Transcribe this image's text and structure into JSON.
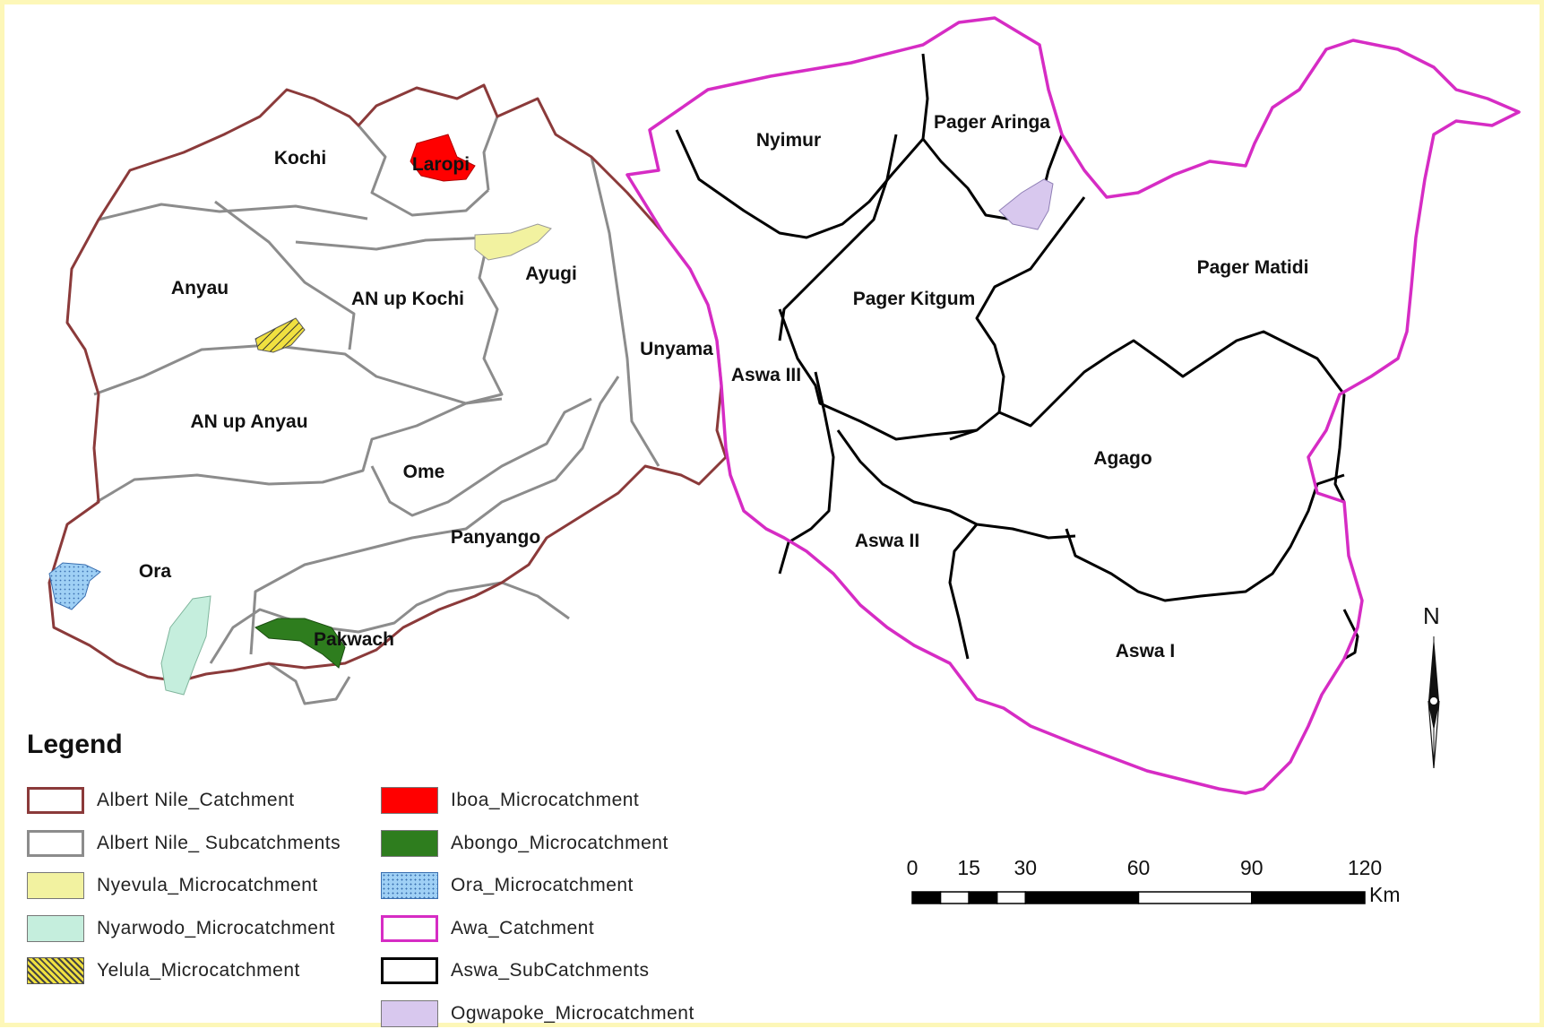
{
  "map": {
    "regions_albert": [
      {
        "id": "kochi",
        "label": "Kochi"
      },
      {
        "id": "laropi",
        "label": "Laropi"
      },
      {
        "id": "anyau",
        "label": "Anyau"
      },
      {
        "id": "an-up-kochi",
        "label": "AN up Kochi"
      },
      {
        "id": "ayugi",
        "label": "Ayugi"
      },
      {
        "id": "unyama",
        "label": "Unyama"
      },
      {
        "id": "an-up-anyau",
        "label": "AN up Anyau"
      },
      {
        "id": "ome",
        "label": "Ome"
      },
      {
        "id": "panyango",
        "label": "Panyango"
      },
      {
        "id": "ora",
        "label": "Ora"
      },
      {
        "id": "pakwach",
        "label": "Pakwach"
      }
    ],
    "regions_aswa": [
      {
        "id": "nyimur",
        "label": "Nyimur"
      },
      {
        "id": "pager-aringa",
        "label": "Pager Aringa"
      },
      {
        "id": "pager-kitgum",
        "label": "Pager Kitgum"
      },
      {
        "id": "pager-matidi",
        "label": "Pager Matidi"
      },
      {
        "id": "aswa-iii",
        "label": "Aswa III"
      },
      {
        "id": "agago",
        "label": "Agago"
      },
      {
        "id": "aswa-ii",
        "label": "Aswa II"
      },
      {
        "id": "aswa-i",
        "label": "Aswa I"
      }
    ]
  },
  "legend": {
    "title": "Legend",
    "items": [
      {
        "label": "Albert Nile_Catchment",
        "style": "outline",
        "color": "#8b3a3a"
      },
      {
        "label": "Albert Nile_ Subcatchments",
        "style": "outline",
        "color": "#8c8c8c"
      },
      {
        "label": "Nyevula_Microcatchment",
        "style": "fill",
        "color": "#f2f2a0"
      },
      {
        "label": "Nyarwodo_Microcatchment",
        "style": "fill",
        "color": "#c5eedd"
      },
      {
        "label": "Yelula_Microcatchment",
        "style": "hatch",
        "color": "#f0e040"
      },
      {
        "label": "Iboa_Microcatchment",
        "style": "fill",
        "color": "#ff0000"
      },
      {
        "label": "Abongo_Microcatchment",
        "style": "fill",
        "color": "#2e7d1e"
      },
      {
        "label": "Ora_Microcatchment",
        "style": "dots",
        "color": "#9fd0f5"
      },
      {
        "label": "Awa_Catchment",
        "style": "outline",
        "color": "#d62cc4"
      },
      {
        "label": "Aswa_SubCatchments",
        "style": "outline",
        "color": "#000000"
      },
      {
        "label": "Ogwapoke_Microcatchment",
        "style": "fill",
        "color": "#d8c8ee"
      }
    ]
  },
  "scale": {
    "ticks": [
      "0",
      "15",
      "30",
      "60",
      "90",
      "120"
    ],
    "unit": "Km"
  },
  "north": {
    "label": "N"
  },
  "colors": {
    "albert_outline": "#8b3a3a",
    "albert_sub": "#8c8c8c",
    "aswa_outline": "#d62cc4",
    "aswa_sub": "#000000",
    "frame": "#fdf7b8"
  }
}
